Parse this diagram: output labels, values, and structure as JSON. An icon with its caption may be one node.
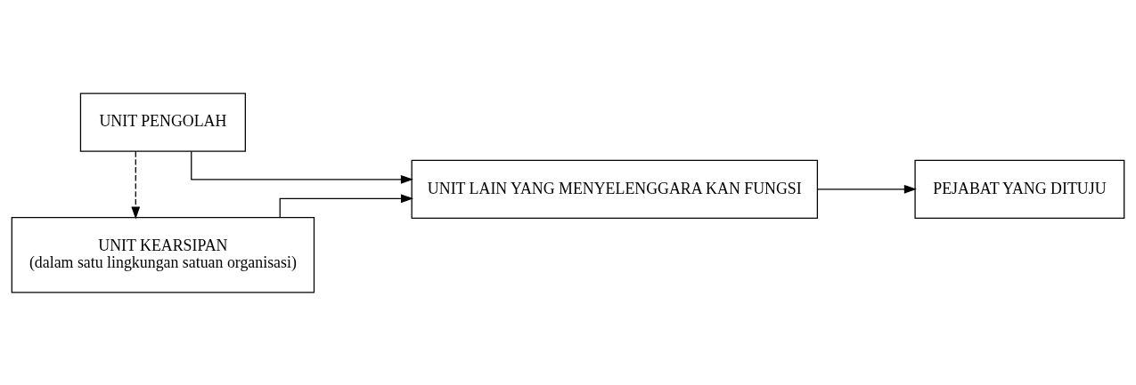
{
  "diagram": {
    "nodes": [
      {
        "text": [
          "UNIT KEARSIPAN",
          "(dalam satu lingkungan satuan organisasi)"
        ]
      },
      {
        "text": [
          "UNIT LAIN YANG MENYELENGGARA KAN FUNGSI"
        ]
      },
      {
        "text": [
          "PEJABAT YANG DITUJU"
        ]
      },
      {
        "text": [
          "UNIT PENGOLAH"
        ]
      }
    ],
    "edges": [
      {
        "from": 0,
        "to": 1,
        "arrow": "to"
      },
      {
        "from": 1,
        "to": 2,
        "arrow": "to"
      },
      {
        "from": 3,
        "to": 0,
        "arrow": "to",
        "style": "dashed"
      },
      {
        "from": 3,
        "to": 1,
        "arrow": "to"
      }
    ]
  }
}
